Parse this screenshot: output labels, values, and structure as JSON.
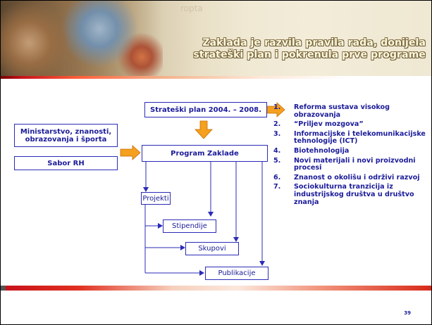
{
  "header": {
    "faint_text": "ropta",
    "title_line1": "Zaklada je razvila pravila rada, donijela",
    "title_line2": "strateški plan i pokrenula prve programe"
  },
  "diagram": {
    "strategic_plan": "Strateški plan 2004. – 2008.",
    "ministry": "Ministarstvo, znanosti, obrazovanja i športa",
    "parliament": "Sabor RH",
    "program": "Program Zaklade",
    "outputs": [
      "Projekti",
      "Stipendije",
      "Skupovi",
      "Publikacije"
    ]
  },
  "priorities": [
    {
      "num": "1.",
      "text": "Reforma sustava visokog obrazovanja"
    },
    {
      "num": "2.",
      "text": "“Priljev mozgova”"
    },
    {
      "num": "3.",
      "text": "Informacijske i telekomunikacijske tehnologije (ICT)"
    },
    {
      "num": "4.",
      "text": "Biotehnologija"
    },
    {
      "num": "5.",
      "text": "Novi materijali i novi proizvodni procesi"
    },
    {
      "num": "6.",
      "text": "Znanost o okolišu i održivi razvoj"
    },
    {
      "num": "7.",
      "text": "Sociokulturna tranzicija iz industrijskog društva u društvo znanja"
    }
  ],
  "footer": {
    "page_number": "39"
  },
  "colors": {
    "accent_blue": "#2b2bb8",
    "arrow_orange": "#f5a01e",
    "arrow_outline": "#c46d00",
    "brand_red": "#c8131b"
  }
}
